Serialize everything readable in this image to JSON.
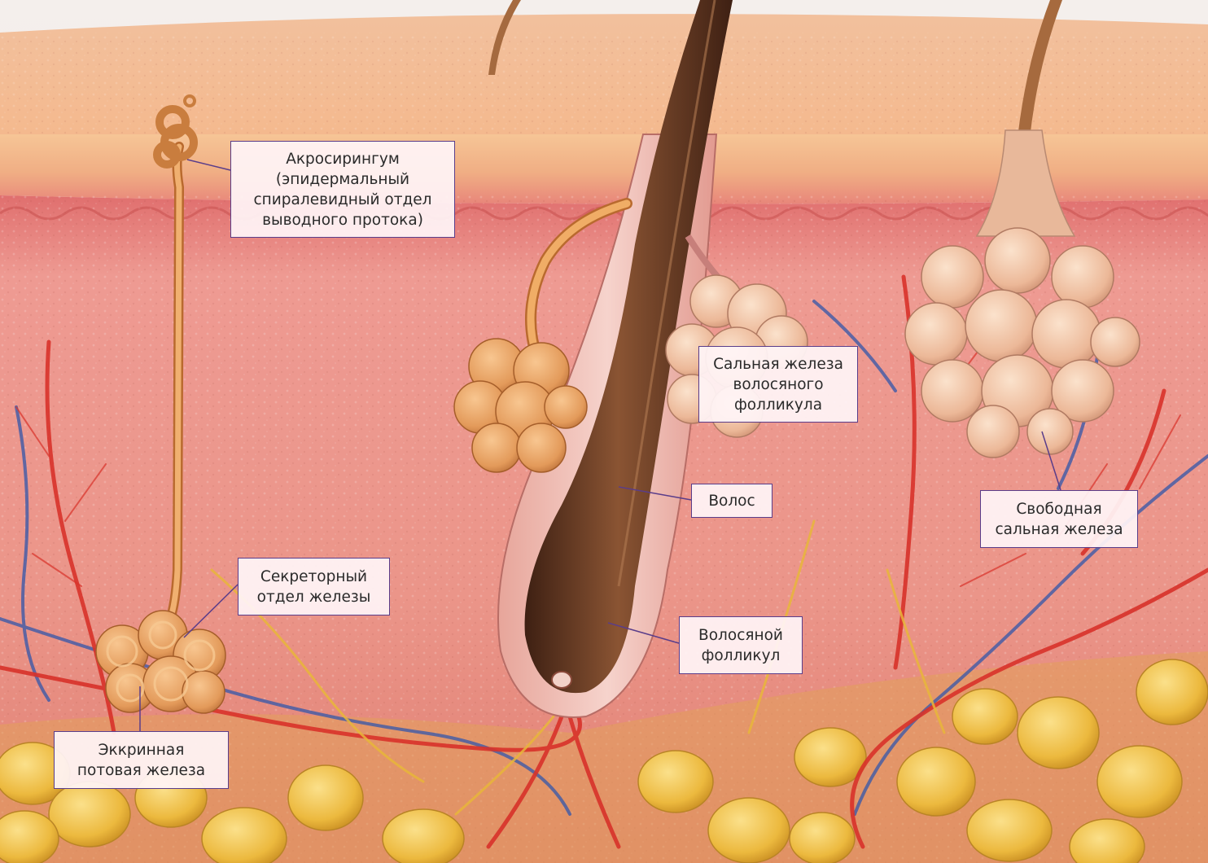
{
  "labels": {
    "acrosyringium": [
      "Акросирингум",
      "(эпидермальный",
      "спиралевидный отдел",
      "выводного протока)"
    ],
    "sebaceous_follicle": [
      "Сальная железа",
      "волосяного",
      "фолликула"
    ],
    "hair": [
      "Волос"
    ],
    "free_sebaceous": [
      "Свободная",
      "сальная железа"
    ],
    "secretory": [
      "Секреторный",
      "отдел железы"
    ],
    "follicle": [
      "Волосяной",
      "фолликул"
    ],
    "eccrine": [
      "Эккринная",
      "потовая железа"
    ]
  },
  "colors": {
    "label_border": "#5a3d8a",
    "leader_line": "#5a3d8a",
    "label_bg": "#fff4f6",
    "epidermis": "#f3c49a",
    "dermis": "#e98f86",
    "fat": "#f0c04a",
    "artery": "#d8322a",
    "vein": "#3d5aa8",
    "nerve": "#e8b63a",
    "hair": "#6e3f22",
    "gland": "#e7a868"
  }
}
